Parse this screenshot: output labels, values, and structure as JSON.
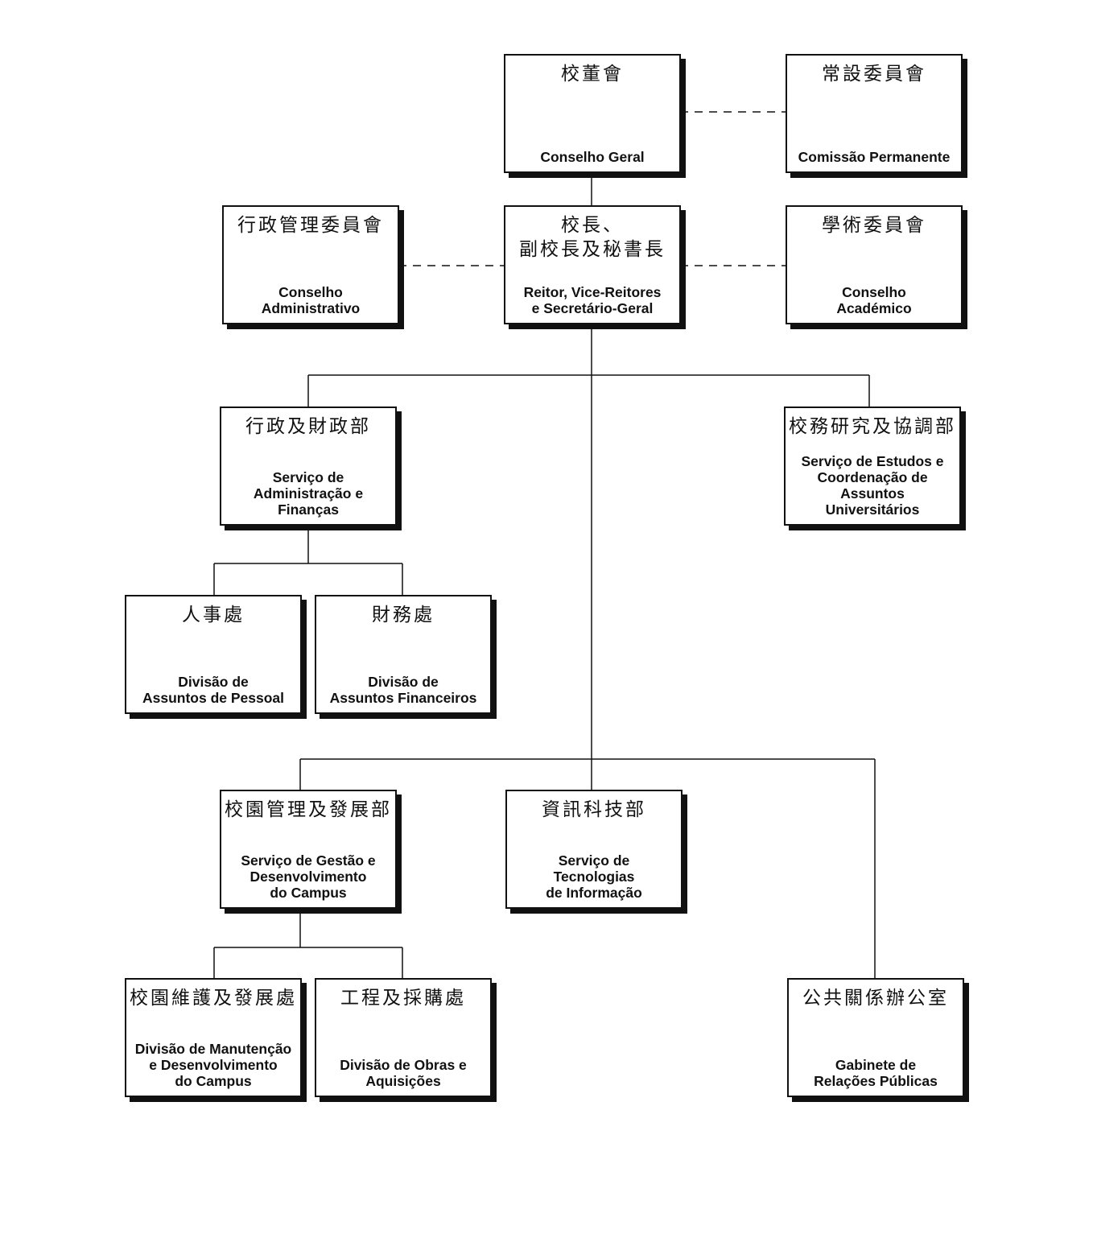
{
  "chart": {
    "conselho_geral": {
      "zh": [
        "校董會"
      ],
      "pt": [
        "Conselho Geral"
      ]
    },
    "comissao_permanente": {
      "zh": [
        "常設委員會"
      ],
      "pt": [
        "Comissão Permanente"
      ]
    },
    "conselho_administrativo": {
      "zh": [
        "行政管理委員會"
      ],
      "pt": [
        "Conselho",
        "Administrativo"
      ]
    },
    "reitor": {
      "zh": [
        "校長、",
        "副校長及秘書長"
      ],
      "pt": [
        "Reitor, Vice-Reitores",
        "e Secretário-Geral"
      ]
    },
    "conselho_academico": {
      "zh": [
        "學術委員會"
      ],
      "pt": [
        "Conselho",
        "Académico"
      ]
    },
    "servico_administracao": {
      "zh": [
        "行政及財政部"
      ],
      "pt": [
        "Serviço de",
        "Administração e",
        "Finanças"
      ]
    },
    "servico_estudos": {
      "zh": [
        "校務研究及協調部"
      ],
      "pt": [
        "Serviço de Estudos e",
        "Coordenação de",
        "Assuntos",
        "Universitários"
      ]
    },
    "divisao_pessoal": {
      "zh": [
        "人事處"
      ],
      "pt": [
        "Divisão de",
        "Assuntos de Pessoal"
      ]
    },
    "divisao_financeiros": {
      "zh": [
        "財務處"
      ],
      "pt": [
        "Divisão de",
        "Assuntos Financeiros"
      ]
    },
    "servico_campus": {
      "zh": [
        "校園管理及發展部"
      ],
      "pt": [
        "Serviço de Gestão e",
        "Desenvolvimento",
        "do Campus"
      ]
    },
    "servico_tecnologias": {
      "zh": [
        "資訊科技部"
      ],
      "pt": [
        "Serviço de",
        "Tecnologias",
        "de Informação"
      ]
    },
    "divisao_manutencao": {
      "zh": [
        "校園維護及發展處"
      ],
      "pt": [
        "Divisão de Manutenção",
        "e Desenvolvimento",
        "do Campus"
      ]
    },
    "divisao_obras": {
      "zh": [
        "工程及採購處"
      ],
      "pt": [
        "Divisão de Obras e",
        "Aquisições"
      ]
    },
    "gabinete_relacoes": {
      "zh": [
        "公共關係辦公室"
      ],
      "pt": [
        "Gabinete de",
        "Relações Públicas"
      ]
    }
  }
}
